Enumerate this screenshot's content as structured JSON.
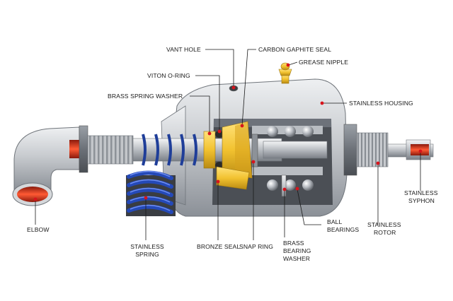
{
  "labels": {
    "vant_hole": "VANT HOLE",
    "carbon_seal": "CARBON GAPHITE SEAL",
    "grease_nipple": "GREASE NIPPLE",
    "viton_oring": "VITON O-RING",
    "brass_spring_washer": "BRASS SPRING WASHER",
    "stainless_housing": "STAINLESS HOUSING",
    "stainless_syphon_1": "STAINLESS",
    "stainless_syphon_2": "SYPHON",
    "elbow": "ELBOW",
    "ball_bearings_1": "BALL",
    "ball_bearings_2": "BEARINGS",
    "stainless_rotor_1": "STAINLESS",
    "stainless_rotor_2": "ROTOR",
    "brass_bearing_washer_1": "BRASS",
    "brass_bearing_washer_2": "BEARING",
    "brass_bearing_washer_3": "WASHER",
    "stainless_spring_1": "STAINLESS",
    "stainless_spring_2": "SPRING",
    "bronze_seal": "BRONZE SEAL",
    "snap_ring": "SNAP RING"
  },
  "colors": {
    "steel": "#c9ccd0",
    "steel_dark": "#7c8188",
    "brass": "#f2c230",
    "spring": "#2449b8",
    "bore": "#e13a1f",
    "marker": "#d8141c"
  }
}
